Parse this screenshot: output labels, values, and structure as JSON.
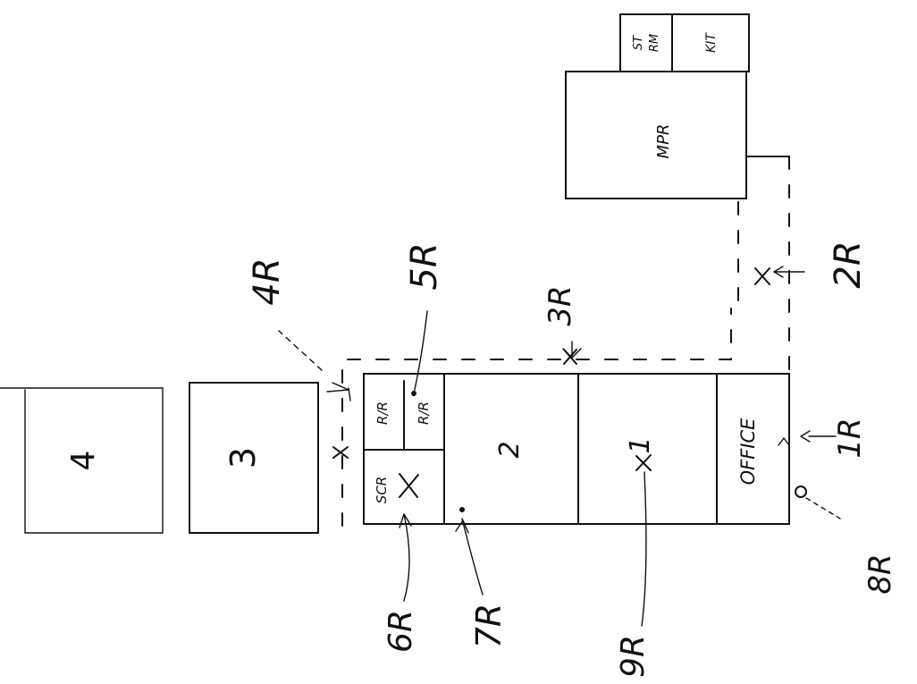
{
  "rooms": {
    "bldg4": "4",
    "bldg3": "3",
    "rm2": "2",
    "rm1": "1",
    "office": "OFFICE",
    "scr": "SCR",
    "rr_top": "R/R",
    "rr_bottom": "R/R",
    "mpr": "MPR",
    "st_rm_line1": "ST",
    "st_rm_line2": "RM",
    "kit": "KIT"
  },
  "callouts": {
    "r1": "1R",
    "r2": "2R",
    "r3": "3R",
    "r4": "4R",
    "r5": "5R",
    "r6": "6R",
    "r7": "7R",
    "r8": "8R",
    "r9": "9R"
  },
  "colors": {
    "ink": "#111111",
    "paper": "#ffffff"
  }
}
